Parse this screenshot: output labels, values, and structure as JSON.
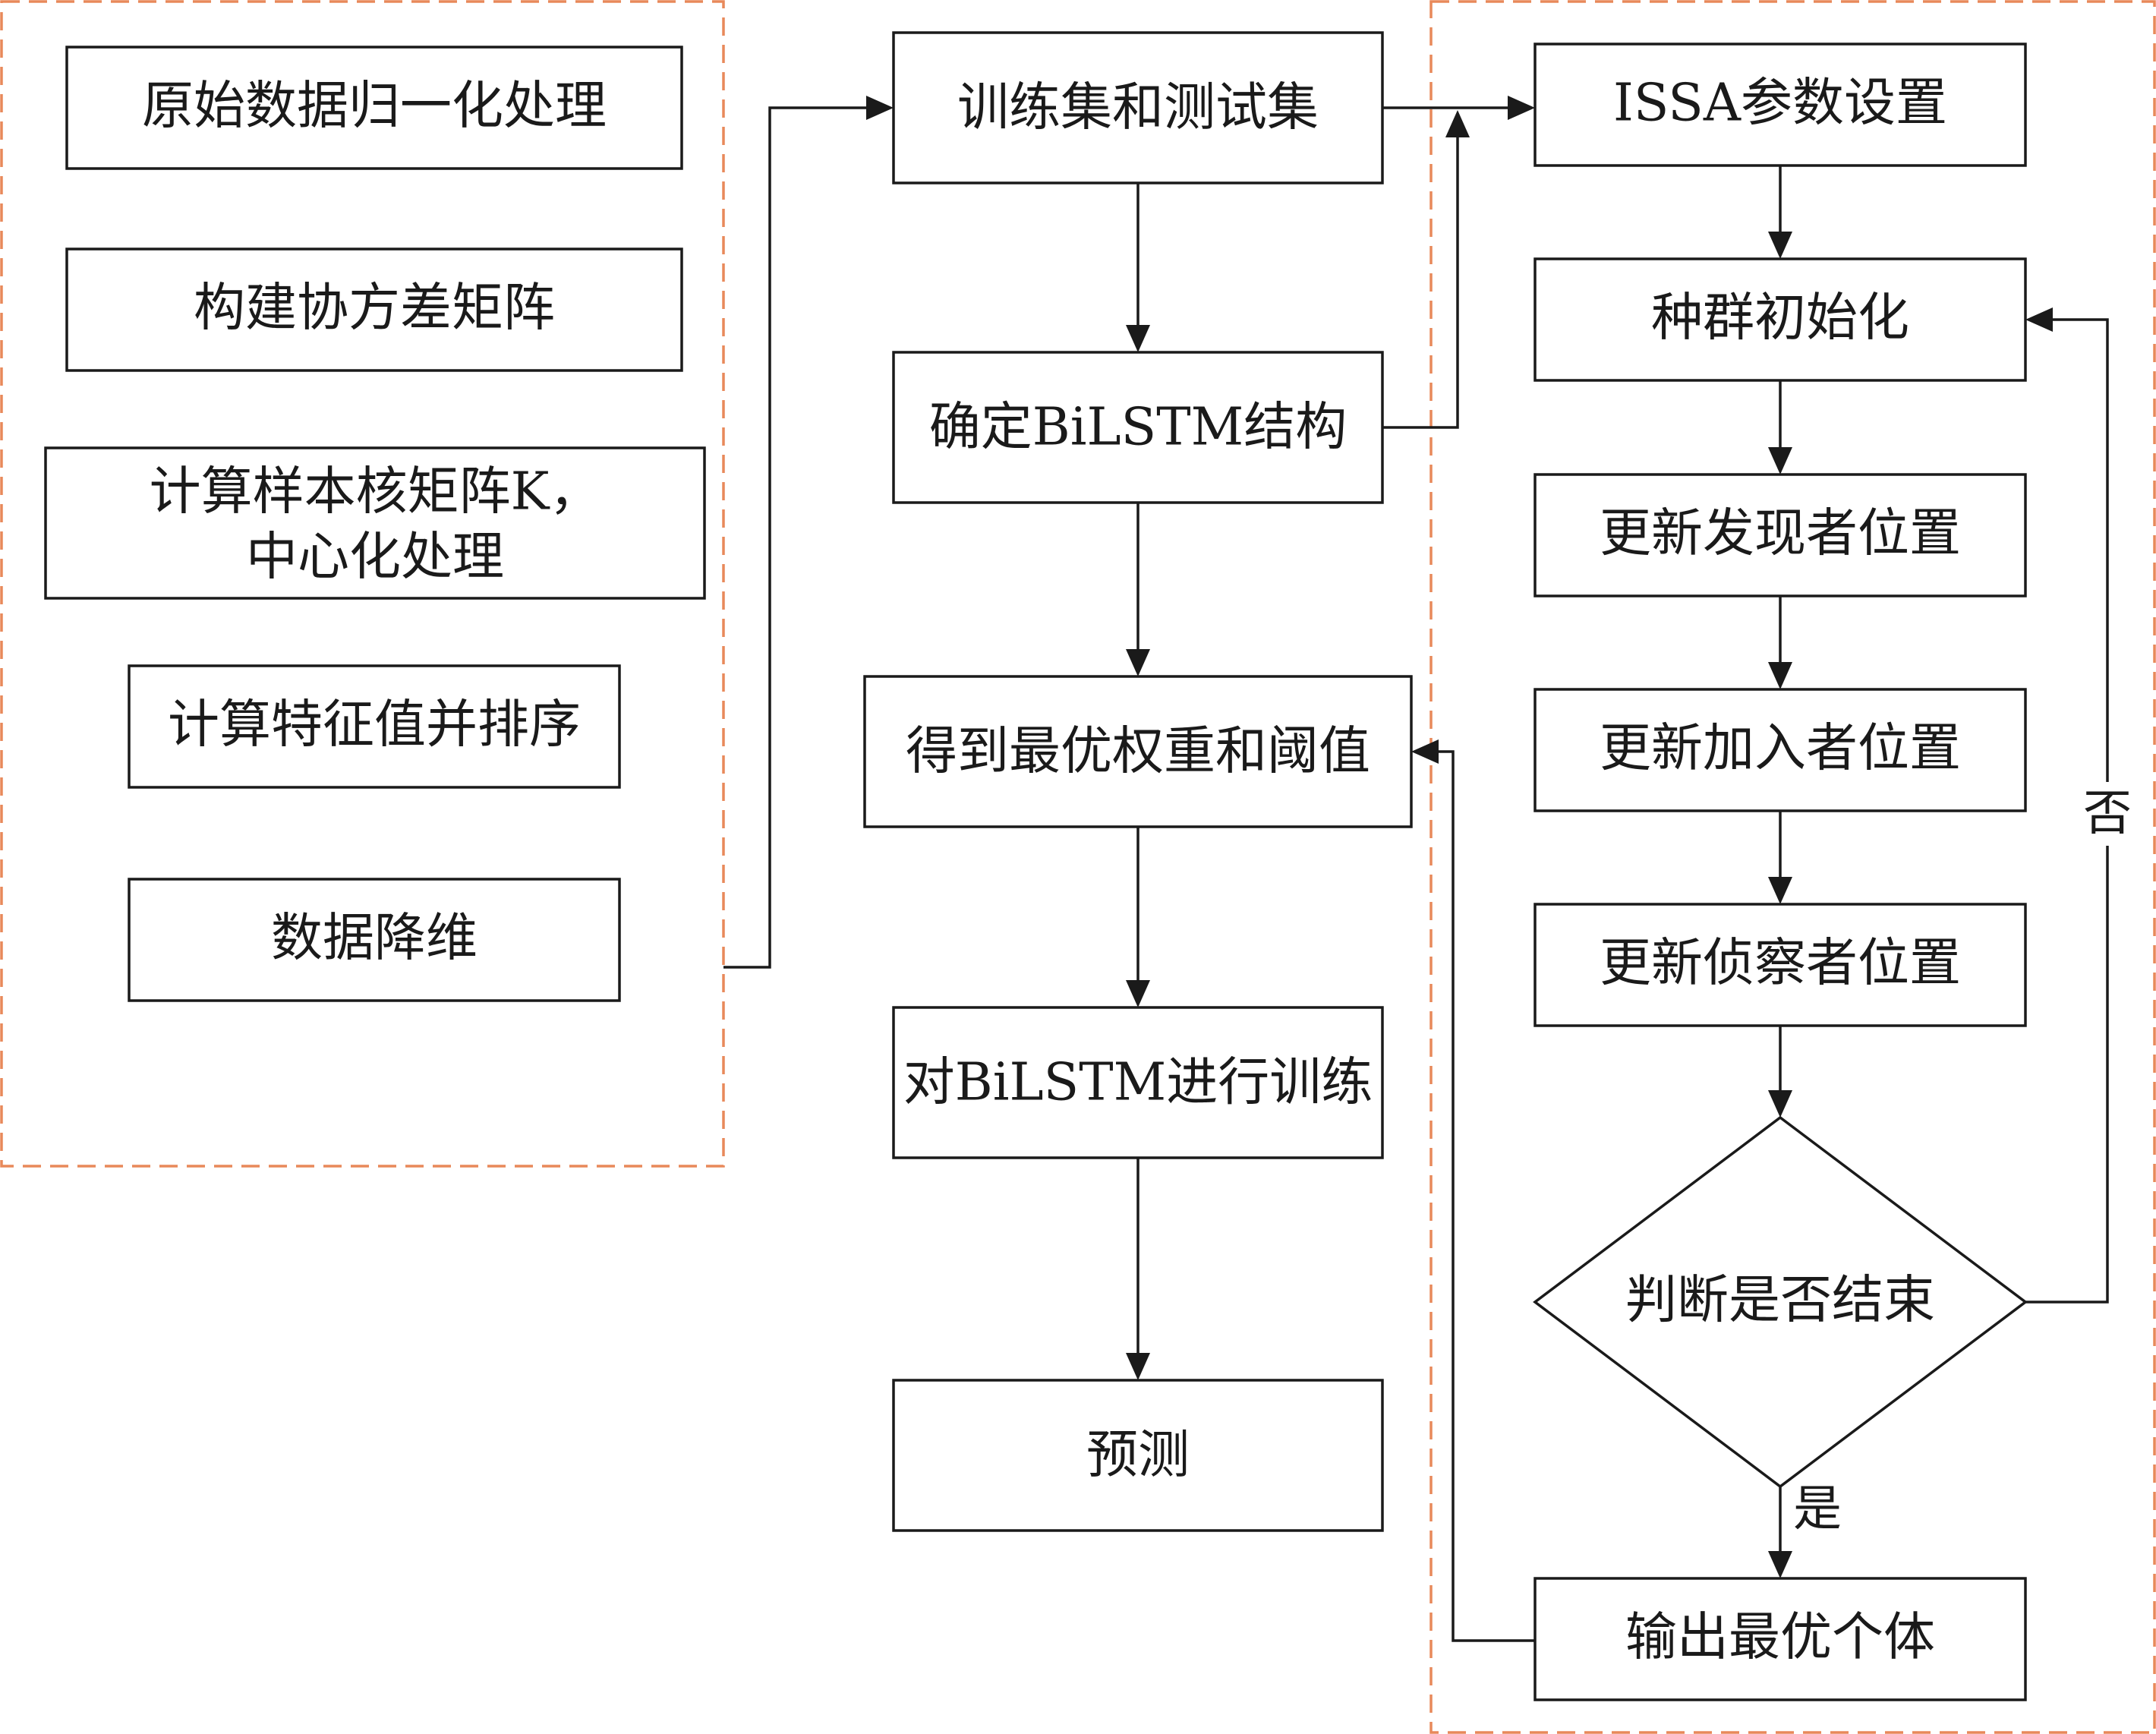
{
  "left_group": {
    "normalize": "原始数据归一化处理",
    "covariance": "构建协方差矩阵",
    "kernel_line1": "计算样本核矩阵K，",
    "kernel_line2": "中心化处理",
    "eigen": "计算特征值并排序",
    "reduce": "数据降维"
  },
  "middle": {
    "dataset": "训练集和测试集",
    "structure": "确定BiLSTM结构",
    "weights": "得到最优权重和阈值",
    "train": "对BiLSTM进行训练",
    "predict": "预测"
  },
  "right_group": {
    "params": "ISSA参数设置",
    "init": "种群初始化",
    "discoverer": "更新发现者位置",
    "joiner": "更新加入者位置",
    "scout": "更新侦察者位置",
    "decision": "判断是否结束",
    "output": "输出最优个体"
  },
  "edge_labels": {
    "no": "否",
    "yes": "是"
  },
  "colors": {
    "dashed_border": "#e8895a",
    "stroke": "#1a1a1a"
  }
}
